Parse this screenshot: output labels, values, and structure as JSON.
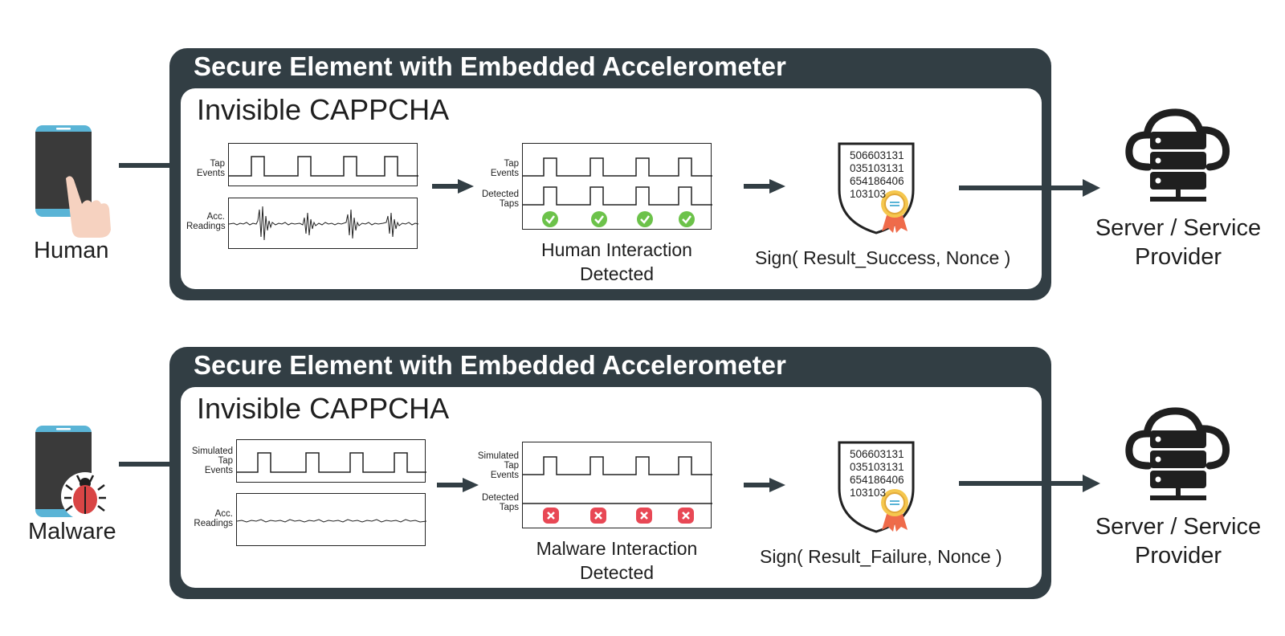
{
  "colors": {
    "frame": "#323e44",
    "phone_body": "#3a3a3a",
    "phone_accent": "#5ab4d6",
    "hand": "#f6d2c0",
    "check": "#6cc24a",
    "cross": "#e84855",
    "bug": "#d94545",
    "ribbon": "#ef6b4a",
    "medal": "#f5c74e"
  },
  "rows": [
    {
      "actor": {
        "label": "Human",
        "icon": "phone-hand-icon"
      },
      "frame_title": "Secure Element with Embedded Accelerometer",
      "inner_title": "Invisible CAPPCHA",
      "input_tap_label": [
        "Tap",
        "Events"
      ],
      "input_acc_label": [
        "Acc.",
        "Readings"
      ],
      "detect_tap_label": [
        "Tap",
        "Events"
      ],
      "detect_taps_label": [
        "Detected",
        "Taps"
      ],
      "result_icon": "check-icon",
      "caption": [
        "Human Interaction",
        "Detected"
      ],
      "certificate_numbers": [
        "506603131",
        "035103131",
        "654186406",
        "103103"
      ],
      "sign": "Sign( Result_Success, Nonce )",
      "server_label": [
        "Server / Service",
        "Provider"
      ]
    },
    {
      "actor": {
        "label": "Malware",
        "icon": "phone-bug-icon"
      },
      "frame_title": "Secure Element with Embedded Accelerometer",
      "inner_title": "Invisible CAPPCHA",
      "input_tap_label": [
        "Simulated",
        "Tap",
        "Events"
      ],
      "input_acc_label": [
        "Acc.",
        "Readings"
      ],
      "detect_tap_label": [
        "Simulated",
        "Tap",
        "Events"
      ],
      "detect_taps_label": [
        "Detected",
        "Taps"
      ],
      "result_icon": "cross-icon",
      "caption": [
        "Malware Interaction",
        "Detected"
      ],
      "certificate_numbers": [
        "506603131",
        "035103131",
        "654186406",
        "103103"
      ],
      "sign": "Sign( Result_Failure, Nonce )",
      "server_label": [
        "Server / Service",
        "Provider"
      ]
    }
  ]
}
